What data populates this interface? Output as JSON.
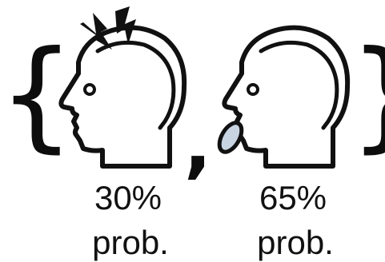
{
  "set": {
    "open_brace": "{",
    "close_brace": "}",
    "separator": ","
  },
  "outcomes": [
    {
      "icon": "head-with-lightning-icon",
      "probability": "30%",
      "unit": "prob."
    },
    {
      "icon": "head-with-speech-bubble-icon",
      "probability": "65%",
      "unit": "prob."
    }
  ],
  "colors": {
    "head_fill": "#c9d4e3",
    "outline": "#111111",
    "background": "#ffffff"
  }
}
